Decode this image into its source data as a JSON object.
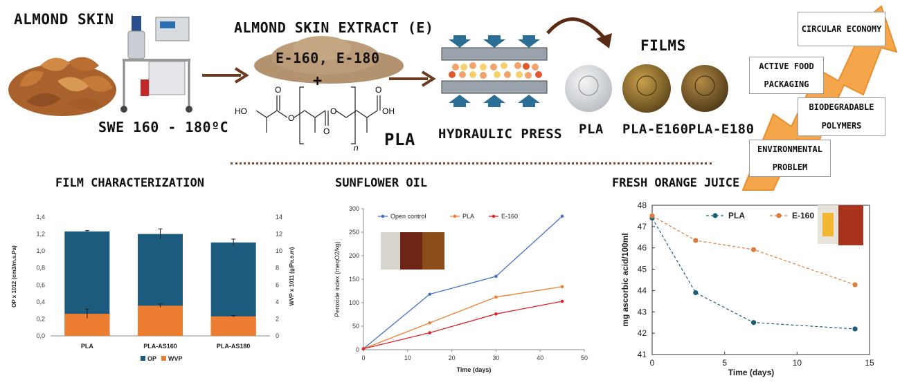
{
  "top": {
    "almond_skin": "ALMOND SKIN",
    "swe": "SWE 160 - 180ºC",
    "extract_title": "ALMOND SKIN EXTRACT (E)",
    "extract_sub": "E-160, E-180",
    "plus": "+",
    "pla_formula_label": "PLA",
    "formula_ho": "HO",
    "formula_oh": "OH",
    "formula_n": "n",
    "formula_o": "O",
    "hydraulic_press": "HYDRAULIC PRESS",
    "films_title": "FILMS",
    "film_labels": [
      "PLA",
      "PLA-E160",
      "PLA-E180"
    ],
    "arrow_boxes": [
      "CIRCULAR ECONOMY",
      "ACTIVE FOOD PACKAGING",
      "BIODEGRADABLE POLYMERS",
      "ENVIRONMENTAL PROBLEM"
    ]
  },
  "colors": {
    "brown": "#6e3a1f",
    "op_blue": "#1c5a7e",
    "wvp_orange": "#ed7d31",
    "series_blue": "#4472c4",
    "series_orange": "#ed7d31",
    "series_red": "#e0242a",
    "pla_teal": "#1e5d78",
    "e160_orange": "#e07b39",
    "arrow_orange": "#f5a64a"
  },
  "section_titles": [
    "FILM CHARACTERIZATION",
    "SUNFLOWER OIL",
    "FRESH ORANGE JUICE"
  ],
  "chart_data": [
    {
      "type": "bar",
      "categories": [
        "PLA",
        "PLA-AS160",
        "PLA-AS180"
      ],
      "series": [
        {
          "name": "OP",
          "values": [
            1.23,
            1.2,
            1.1
          ],
          "error": [
            0.01,
            0.06,
            0.04
          ]
        },
        {
          "name": "WVP",
          "values": [
            2.6,
            3.55,
            2.3
          ],
          "error": [
            0.55,
            0.2,
            0.1
          ]
        }
      ],
      "title": "",
      "xlabel": "",
      "ylabel": "OP x 1012 (cm3/m.s.Pa)",
      "ylabel2": "WVP x 1011 (g/Pa.s.m)",
      "ylim": [
        0,
        1.4
      ],
      "ylim2": [
        0,
        14
      ],
      "yticks": [
        "0,0",
        "0,2",
        "0,4",
        "0,6",
        "0,8",
        "1,0",
        "1,2",
        "1,4"
      ],
      "yticks2": [
        "0",
        "2",
        "4",
        "6",
        "8",
        "10",
        "12",
        "14"
      ],
      "legend": [
        "OP",
        "WVP"
      ],
      "legend_position": "bottom",
      "grid": false
    },
    {
      "type": "line",
      "x": [
        0,
        15,
        30,
        45
      ],
      "series": [
        {
          "name": "Open control",
          "values": [
            2,
            118,
            156,
            284
          ]
        },
        {
          "name": "PLA",
          "values": [
            2,
            57,
            112,
            134
          ]
        },
        {
          "name": "E-160",
          "values": [
            2,
            36,
            76,
            103
          ]
        }
      ],
      "title": "",
      "xlabel": "Time (days)",
      "ylabel": "Peroxide index (meqO2/kg)",
      "xlim": [
        0,
        50
      ],
      "ylim": [
        0,
        300
      ],
      "xticks": [
        "0",
        "10",
        "20",
        "30",
        "40",
        "50"
      ],
      "yticks": [
        "0",
        "50",
        "100",
        "150",
        "200",
        "250",
        "300"
      ],
      "legend_position": "top-left",
      "grid": false
    },
    {
      "type": "line",
      "x": [
        0,
        3,
        7,
        14
      ],
      "series": [
        {
          "name": "PLA",
          "values": [
            47.4,
            43.9,
            42.5,
            42.2
          ]
        },
        {
          "name": "E-160",
          "values": [
            47.5,
            46.35,
            45.92,
            44.27
          ]
        }
      ],
      "title": "",
      "xlabel": "Time (days)",
      "ylabel": "mg ascorbic acid/100ml",
      "xlim": [
        0,
        15
      ],
      "ylim": [
        41,
        48
      ],
      "xticks": [
        "0",
        "5",
        "10",
        "15"
      ],
      "yticks": [
        "41",
        "42",
        "43",
        "44",
        "45",
        "46",
        "47",
        "48"
      ],
      "legend_position": "top",
      "line_style": "dashed",
      "grid": false
    }
  ]
}
